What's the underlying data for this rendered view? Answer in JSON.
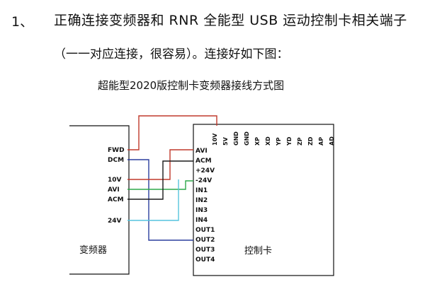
{
  "step": {
    "number": "1、",
    "text": "正确连接变频器和 RNR 全能型 USB 运动控制卡相关端子",
    "sub": "（一一对应连接，很容易）。连接好如下图："
  },
  "diagram": {
    "title": "超能型2020版控制卡变频器接线方式图",
    "inverter": {
      "name": "变频器",
      "pins": [
        "FWD",
        "DCM",
        "10V",
        "AVI",
        "ACM",
        "24V"
      ]
    },
    "controller": {
      "name": "控制卡",
      "top_pins": [
        "10V",
        "5V",
        "GND",
        "GND",
        "XP",
        "XD",
        "YP",
        "YD",
        "ZP",
        "ZD",
        "AP",
        "AD"
      ],
      "side_pins": [
        "AVI",
        "ACM",
        "+24V",
        "-24V",
        "IN1",
        "IN2",
        "IN3",
        "IN4",
        "OUT1",
        "OUT2",
        "OUT3",
        "OUT4"
      ]
    },
    "wire_colors": {
      "fwd": "#c0392b",
      "dcm": "#2c3e9e",
      "v10": "#c0392b",
      "avi": "#2ea84a",
      "acm": "#1a1a1a",
      "v24": "#55c4dd"
    }
  }
}
